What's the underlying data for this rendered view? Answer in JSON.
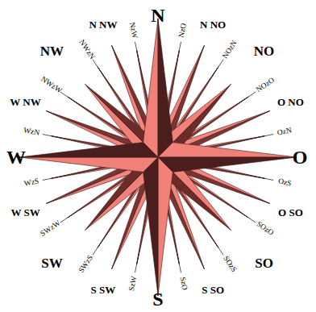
{
  "diagram": {
    "labels": [
      "N",
      "NzO",
      "N NO",
      "NOzN",
      "NO",
      "NOzO",
      "O NO",
      "OzN",
      "O",
      "OzS",
      "O SO",
      "SOzO",
      "SO",
      "SOzS",
      "S SO",
      "SzO",
      "S",
      "SzW",
      "S SW",
      "SWzS",
      "SW",
      "SWzW",
      "W SW",
      "WzS",
      "W",
      "WzN",
      "W NW",
      "NWzW",
      "NW",
      "NWzN",
      "N NW",
      "NzW"
    ]
  }
}
